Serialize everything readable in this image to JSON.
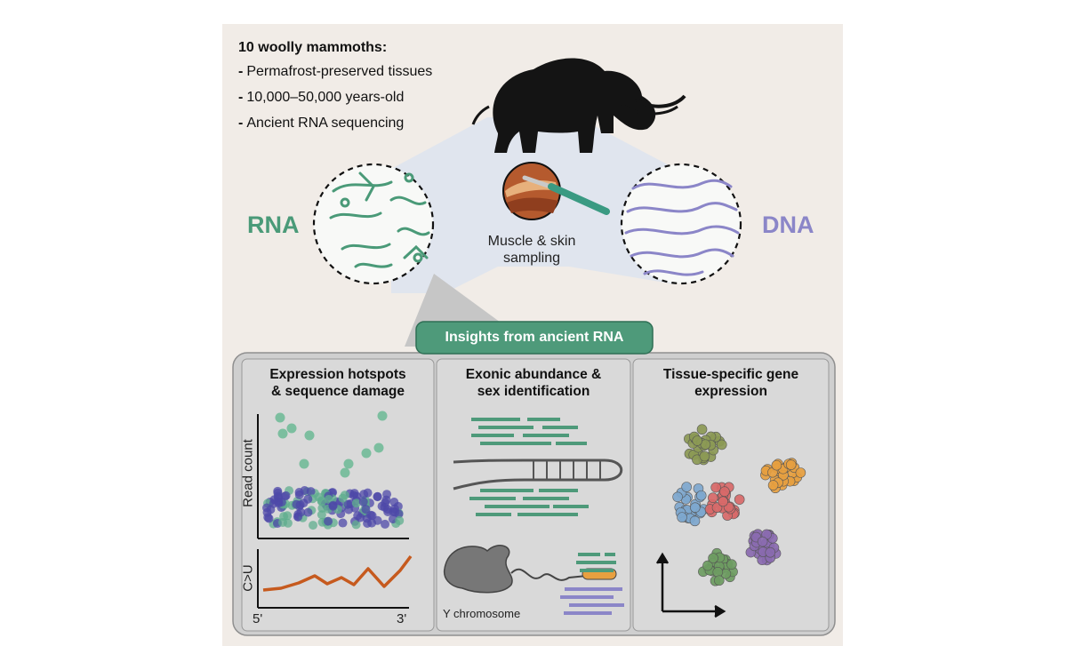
{
  "header": {
    "title": "10 woolly mammoths:",
    "bullets": [
      "Permafrost-preserved tissues",
      "10,000–50,000 years-old",
      "Ancient RNA sequencing"
    ]
  },
  "labels": {
    "rna": "RNA",
    "dna": "DNA",
    "sampling_line1": "Muscle & skin",
    "sampling_line2": "sampling",
    "insights": "Insights from ancient RNA"
  },
  "panels": [
    {
      "title_line1": "Expression hotspots",
      "title_line2": "& sequence damage",
      "ylabel": "Read count",
      "ylabel2": "C>U",
      "x_start": "5'",
      "x_end": "3'"
    },
    {
      "title_line1": "Exonic abundance &",
      "title_line2": "sex identification",
      "chromosome_label": "Y chromosome"
    },
    {
      "title_line1": "Tissue-specific gene",
      "title_line2": "expression"
    }
  ],
  "colors": {
    "rna": "#4a9a78",
    "dna": "#8b86c8",
    "insights_bg": "#4e9a7a",
    "cu_line": "#c65a1e",
    "cluster_olive": "#8c9a55",
    "cluster_orange": "#e8a040",
    "cluster_blue": "#7ea8cf",
    "cluster_red": "#d86a6a",
    "cluster_purple": "#8a6bb0",
    "cluster_green": "#6e9d62"
  }
}
